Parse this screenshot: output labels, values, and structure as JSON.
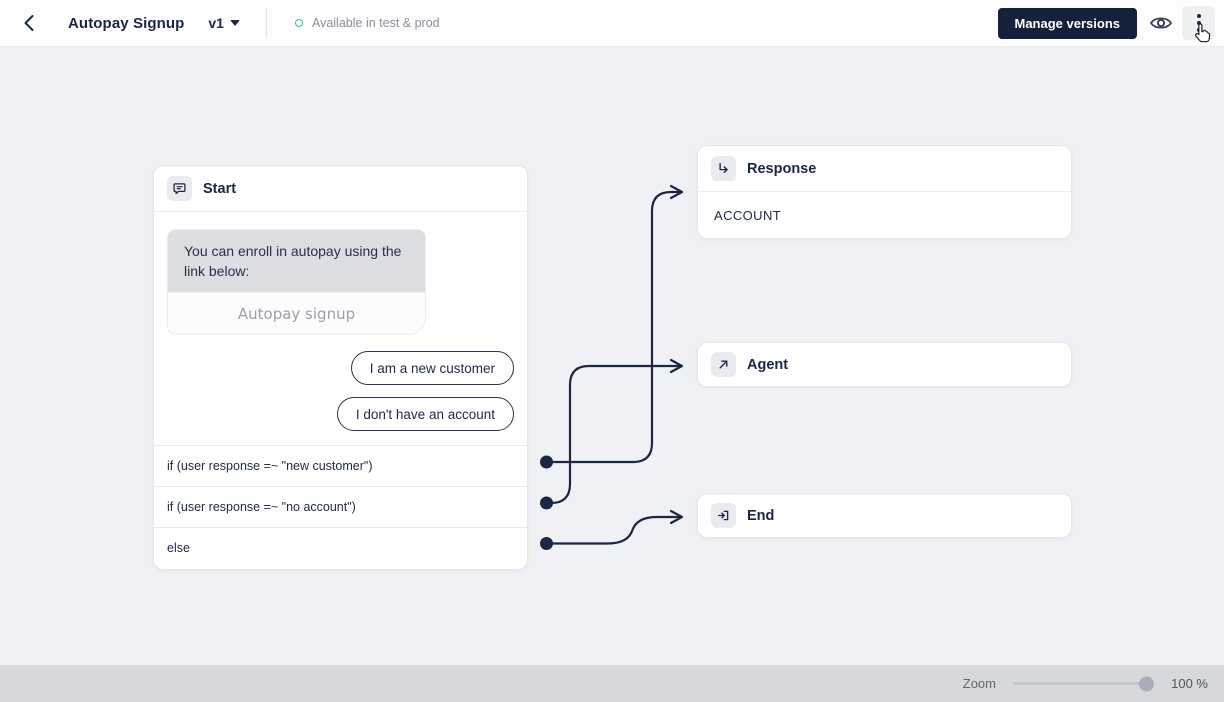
{
  "header": {
    "title": "Autopay Signup",
    "version": "v1",
    "status": "Available in test & prod",
    "manage_versions": "Manage versions"
  },
  "canvas": {
    "start": {
      "title": "Start",
      "message": "You can enroll in autopay using the link below:",
      "link": "Autopay signup",
      "replies": [
        "I am a new customer",
        "I don't have an account"
      ],
      "conditions": [
        "if (user response =~ \"new customer\")",
        "if (user response =~ \"no account\")",
        "else"
      ]
    },
    "response": {
      "title": "Response",
      "body": "ACCOUNT"
    },
    "agent": {
      "title": "Agent"
    },
    "end": {
      "title": "End"
    }
  },
  "footer": {
    "zoom_label": "Zoom",
    "zoom_value": "100 %"
  },
  "colors": {
    "accent_navy": "#1c2742",
    "button_bg": "#15213a",
    "status_teal": "#2fc3a0",
    "canvas_bg": "#f0f1f4",
    "footer_bg": "#d6d8db",
    "bubble_gray": "#dcdee2"
  }
}
